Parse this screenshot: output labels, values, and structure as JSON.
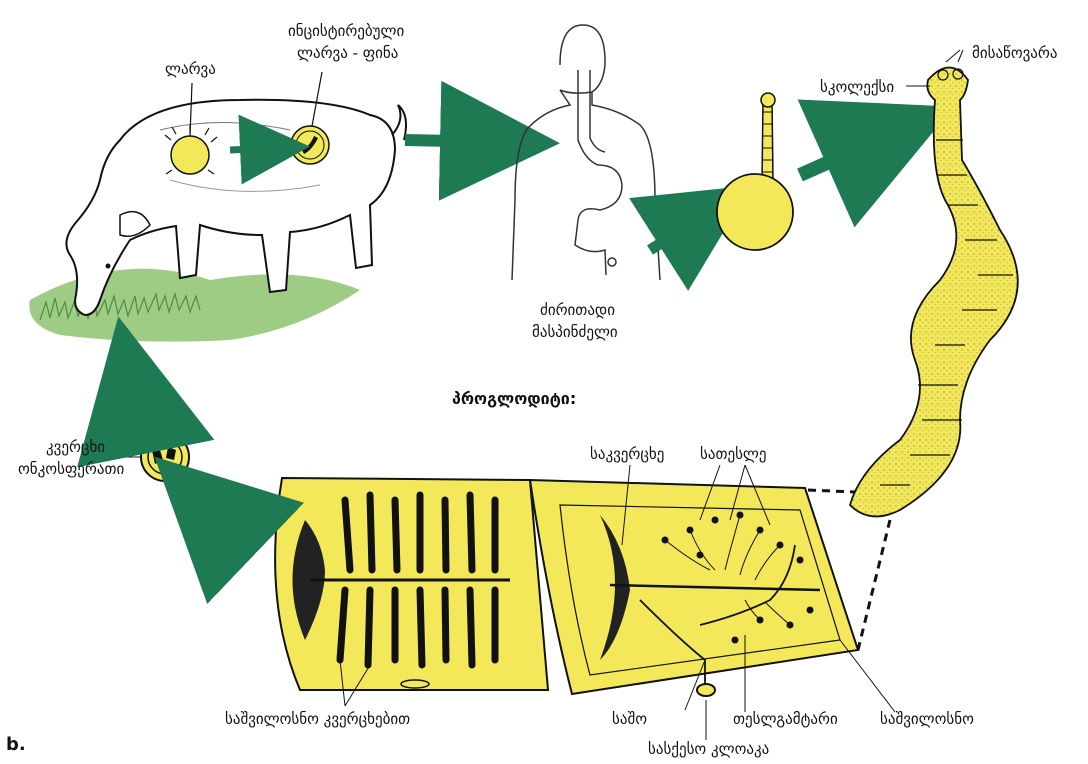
{
  "labels": {
    "larva": "ლარვა",
    "cysticercus_line1": "ინცისტირებული",
    "cysticercus_line2": "ლარვა - ფინა",
    "definitive_host_line1": "ძირითადი",
    "definitive_host_line2": "მასპინძელი",
    "suckers": "მისაწოვარა",
    "scolex": "სკოლექსი",
    "proglottids_heading": "პროგლოდიტი:",
    "egg_line1": "კვერცხი",
    "egg_line2": "ონკოსფერათი",
    "uterus_left": "საშვილოსნო კვერცხებით",
    "ovary": "საკვერცხე",
    "testes": "სათესლე",
    "vagina": "საშო",
    "vas_deferens": "თესლგამტარი",
    "uterus_right": "საშვილოსნო",
    "genital_pore": "სასქესო კლოაკა",
    "panel_letter": "b."
  },
  "colors": {
    "yellow": "#f2e85a",
    "arrow_green": "#1e7a52",
    "grass_green": "#8fbf72",
    "outline": "#111111"
  }
}
